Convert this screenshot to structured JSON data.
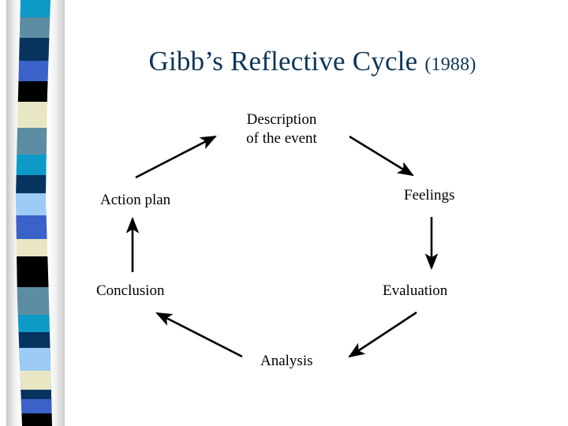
{
  "slide": {
    "background_color": "#ffffff",
    "title": {
      "main": "Gibb’s Reflective Cycle",
      "sub": "(1988)",
      "color": "#0d3557"
    }
  },
  "decoration": {
    "name": "left-color-bar",
    "description": "vertical multi-colour striped bar down the left edge",
    "palette": {
      "cyan": "#0e9ac6",
      "steel": "#5d8da3",
      "navy": "#07335f",
      "royal": "#3a62c9",
      "black": "#000000",
      "cream": "#e9e7c3",
      "light_blue": "#9ccbf5"
    },
    "bands": [
      {
        "color": "#0e9ac6",
        "height": 22
      },
      {
        "color": "#5d8da3",
        "height": 26
      },
      {
        "color": "#07335f",
        "height": 29
      },
      {
        "color": "#3a62c9",
        "height": 26
      },
      {
        "color": "#000000",
        "height": 26
      },
      {
        "color": "#e9e7c3",
        "height": 33
      },
      {
        "color": "#5d8da3",
        "height": 34
      },
      {
        "color": "#0e9ac6",
        "height": 26
      },
      {
        "color": "#07335f",
        "height": 23
      },
      {
        "color": "#9ccbf5",
        "height": 28
      },
      {
        "color": "#3a62c9",
        "height": 30
      },
      {
        "color": "#e9e7c3",
        "height": 22
      },
      {
        "color": "#000000",
        "height": 39
      },
      {
        "color": "#5d8da3",
        "height": 35
      },
      {
        "color": "#0e9ac6",
        "height": 22
      },
      {
        "color": "#07335f",
        "height": 44
      },
      {
        "color": "#9ccbf5",
        "height": 35
      },
      {
        "color": "#0e9ac6",
        "height": 26
      },
      {
        "color": "#e9e7c3",
        "height": 24
      },
      {
        "color": "#07335f",
        "height": 27
      },
      {
        "color": "#3a62c9",
        "height": 27
      },
      {
        "color": "#000000",
        "height": 16
      }
    ]
  },
  "diagram": {
    "type": "cycle",
    "stage_count": 6,
    "label_color": "#000000",
    "arrow_color": "#000000",
    "nodes": [
      {
        "id": "description",
        "label": "Description\nof the event",
        "line1": "Description",
        "line2": "of the event",
        "position": "top"
      },
      {
        "id": "feelings",
        "label": "Feelings",
        "position": "upper-right"
      },
      {
        "id": "evaluation",
        "label": "Evaluation",
        "position": "lower-right"
      },
      {
        "id": "analysis",
        "label": "Analysis",
        "position": "bottom"
      },
      {
        "id": "conclusion",
        "label": "Conclusion",
        "position": "lower-left"
      },
      {
        "id": "actionplan",
        "label": "Action plan",
        "position": "upper-left"
      }
    ],
    "arrows": [
      {
        "id": "arrow-description-to-feelings",
        "from": "description",
        "to": "feelings",
        "direction": "down-right"
      },
      {
        "id": "arrow-feelings-to-evaluation",
        "from": "feelings",
        "to": "evaluation",
        "direction": "down"
      },
      {
        "id": "arrow-evaluation-to-analysis",
        "from": "evaluation",
        "to": "analysis",
        "direction": "down-left"
      },
      {
        "id": "arrow-analysis-to-conclusion",
        "from": "analysis",
        "to": "conclusion",
        "direction": "up-left"
      },
      {
        "id": "arrow-conclusion-to-actionplan",
        "from": "conclusion",
        "to": "actionplan",
        "direction": "up"
      },
      {
        "id": "arrow-actionplan-to-description",
        "from": "actionplan",
        "to": "description",
        "direction": "up-right"
      }
    ]
  }
}
